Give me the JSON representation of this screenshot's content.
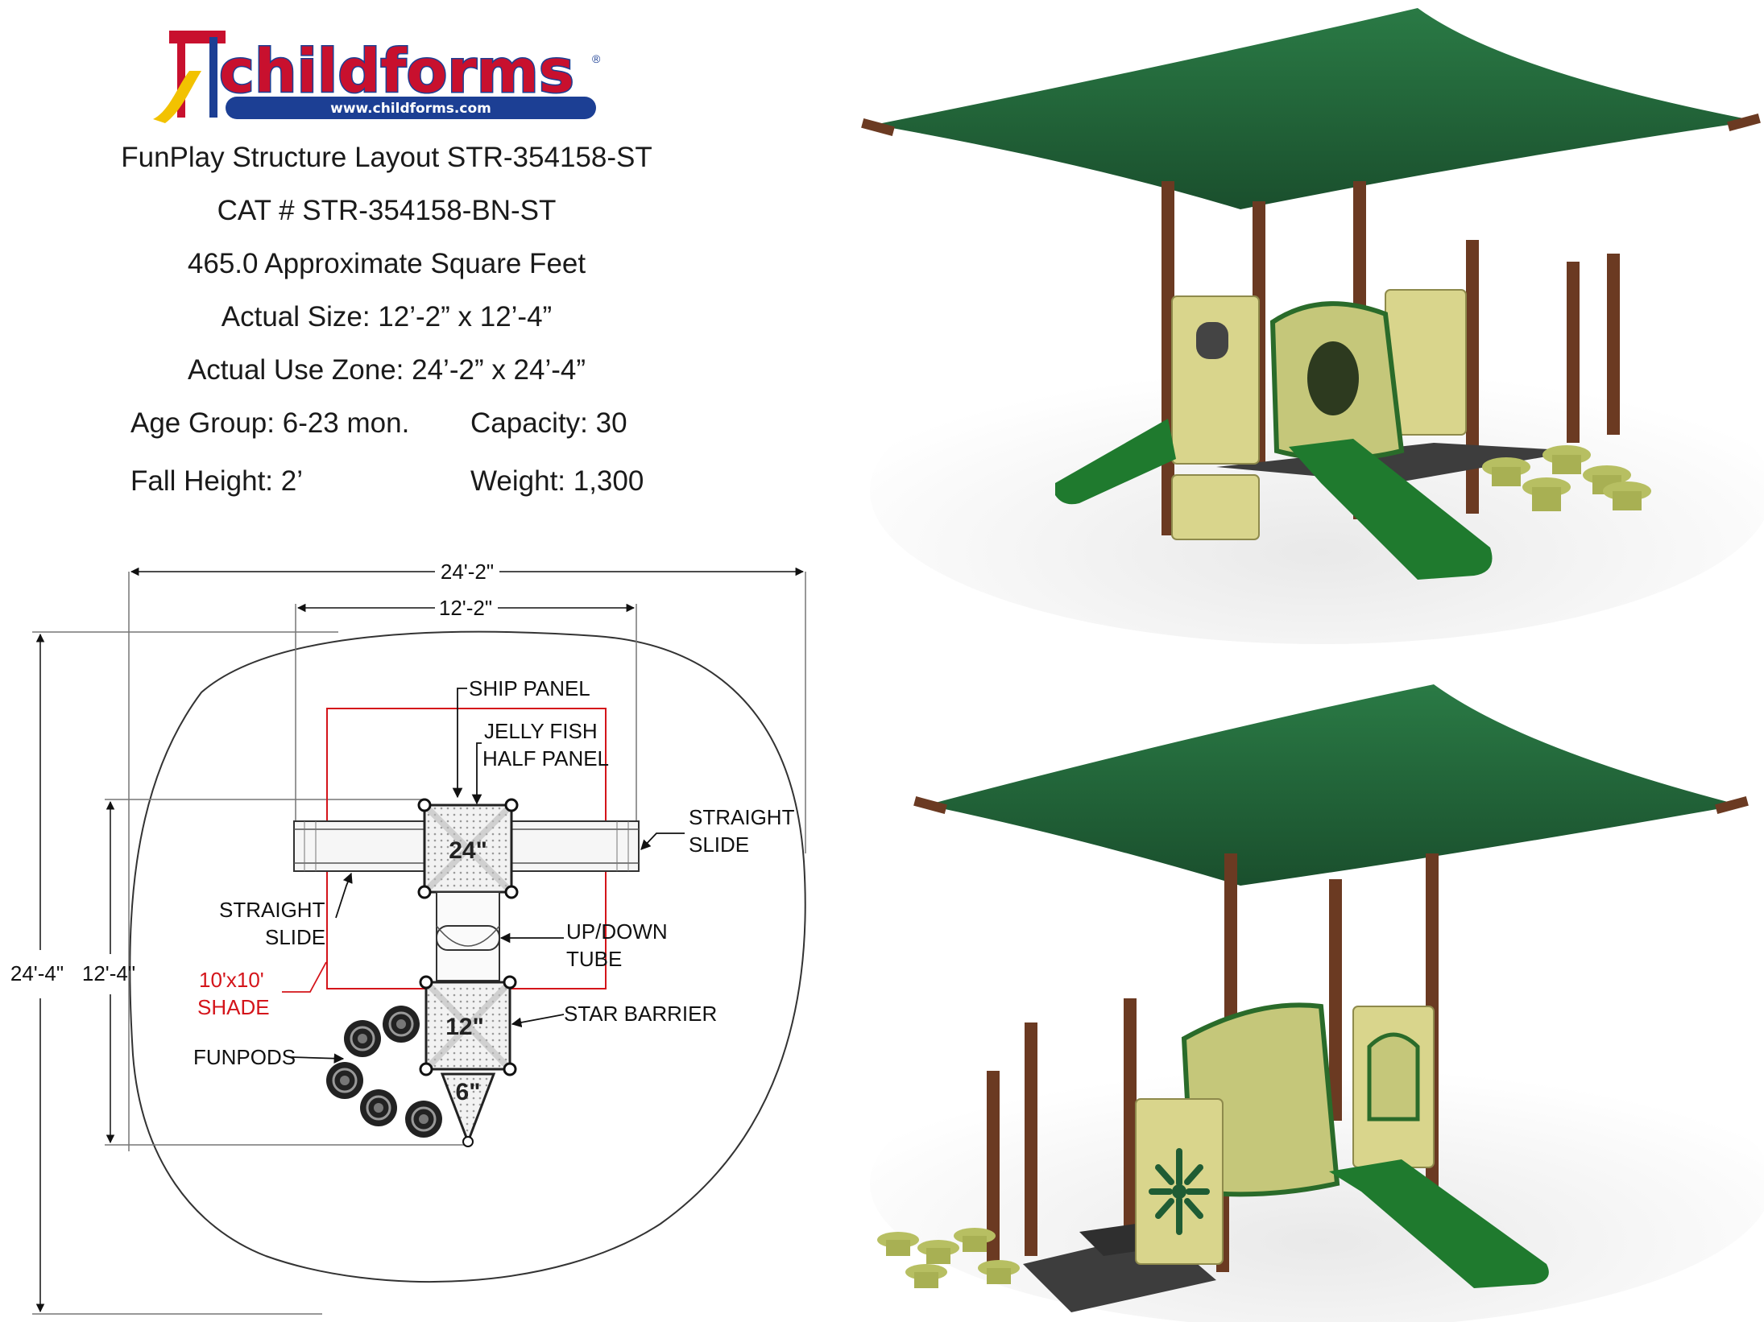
{
  "logo": {
    "wordmark": "childforms",
    "registered": "®",
    "url": "www.childforms.com"
  },
  "specs": {
    "layout_title": "FunPlay Structure Layout STR-354158-ST",
    "catalog": "CAT # STR-354158-BN-ST",
    "square_feet": "465.0 Approximate Square Feet",
    "actual_size": "Actual Size: 12’-2” x 12’-4”",
    "use_zone": "Actual Use Zone: 24’-2” x 24’-4”",
    "age_group": "Age Group: 6-23 mon.",
    "capacity": "Capacity: 30",
    "fall_height": "Fall Height: 2’",
    "weight": "Weight: 1,300"
  },
  "plan": {
    "dimensions": {
      "use_zone_width": "24'-2\"",
      "structure_width": "12'-2\"",
      "use_zone_depth": "24'-4\"",
      "structure_depth": "12'-4\""
    },
    "labels": {
      "ship_panel": "SHIP PANEL",
      "jelly_fish_1": "JELLY FISH",
      "jelly_fish_2": "HALF PANEL",
      "straight_slide_right_1": "STRAIGHT",
      "straight_slide_right_2": "SLIDE",
      "straight_slide_left_1": "STRAIGHT",
      "straight_slide_left_2": "SLIDE",
      "tube_1": "UP/DOWN",
      "tube_2": "TUBE",
      "shade_1": "10'x10'",
      "shade_2": "SHADE",
      "star_barrier": "STAR BARRIER",
      "funpods": "FUNPODS"
    },
    "deck_heights": {
      "main": "24\"",
      "lower": "12\"",
      "step": "6\""
    }
  },
  "colors": {
    "logo_red": "#c8102e",
    "logo_blue": "#1c3f94",
    "shade_red": "#d4141a",
    "canopy_green": "#1f5c34",
    "slide_green": "#1f7a2e",
    "post_brown": "#6b3a22",
    "panel_tan": "#d9d58c",
    "tube_green": "#c5c77a"
  }
}
